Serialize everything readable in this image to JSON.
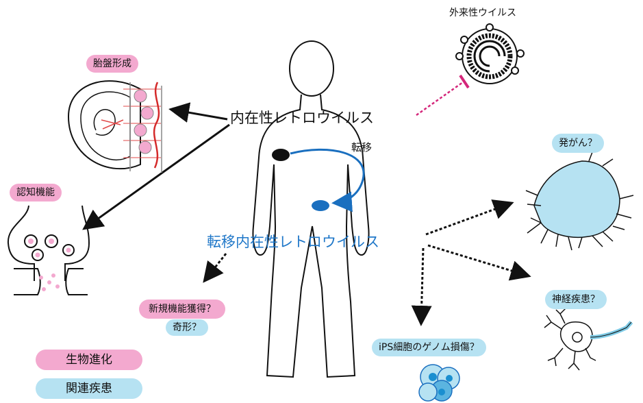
{
  "center_label": "内在性レトロウイルス",
  "transposition_label": "転移",
  "transposed_label": "転移内在性レトロウイルス",
  "exogenous_label": "外来性ウイルス",
  "placenta_label": "胎盤形成",
  "cognition_label": "認知機能",
  "new_function_label": "新規機能獲得？",
  "malformation_label": "奇形？",
  "cancer_label": "発がん？",
  "neuro_label": "神経疾患？",
  "ips_label": "iPS細胞のゲノム損傷？",
  "legend": {
    "evolution": "生物進化",
    "disease": "関連疾患"
  },
  "colors": {
    "pink": "#f3a9cf",
    "light_blue": "#b6e2f2",
    "blue_text": "#1f77c8",
    "arrow_blue": "#1a6fbf",
    "magenta": "#d4267a",
    "black": "#111111"
  }
}
